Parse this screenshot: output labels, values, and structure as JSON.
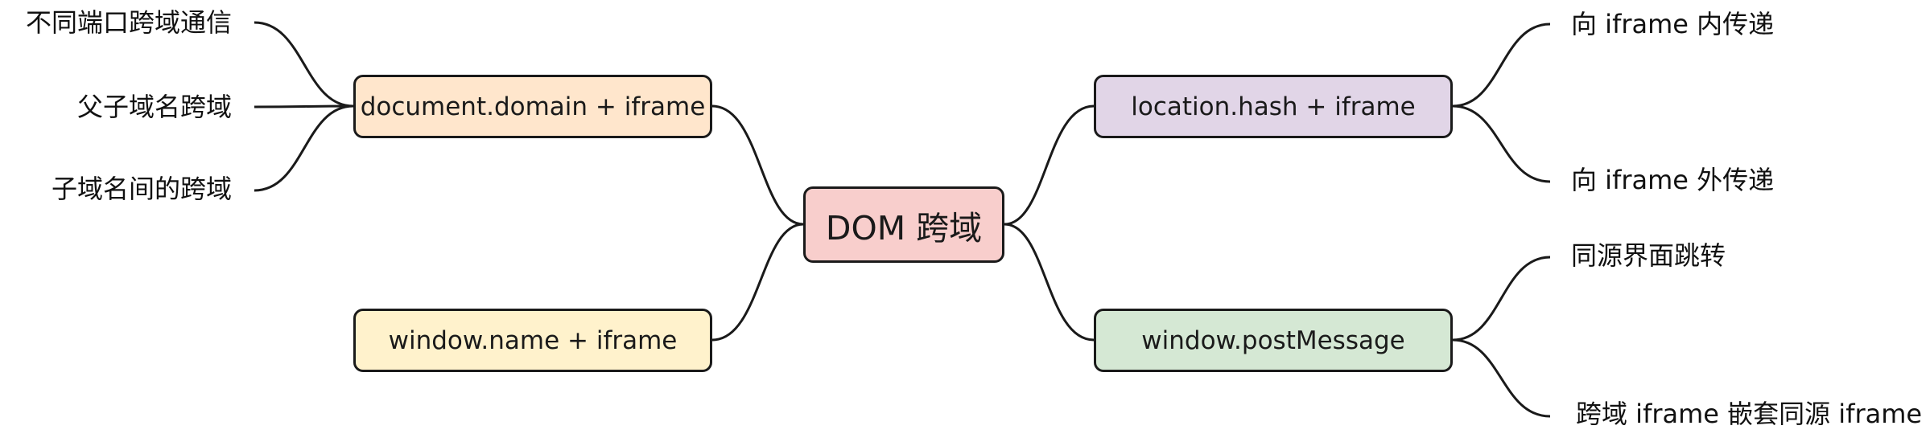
{
  "central": {
    "label": "DOM 跨域"
  },
  "branches": {
    "document_domain": "document.domain + iframe",
    "window_name": "window.name + iframe",
    "location_hash": "location.hash + iframe",
    "post_message": "window.postMessage"
  },
  "leaves": {
    "document_domain": [
      "不同端口跨域通信",
      "父子域名跨域",
      "子域名间的跨域"
    ],
    "location_hash": [
      "向 iframe 内传递",
      "向 iframe 外传递"
    ],
    "post_message": [
      "同源界面跳转",
      "跨域 iframe 嵌套同源 iframe"
    ]
  },
  "colors": {
    "central_fill": "#f8cecc",
    "document_domain_fill": "#ffe6cc",
    "window_name_fill": "#fff2cc",
    "location_hash_fill": "#e1d5e7",
    "post_message_fill": "#d5e8d4",
    "stroke": "#1a1a1a"
  }
}
